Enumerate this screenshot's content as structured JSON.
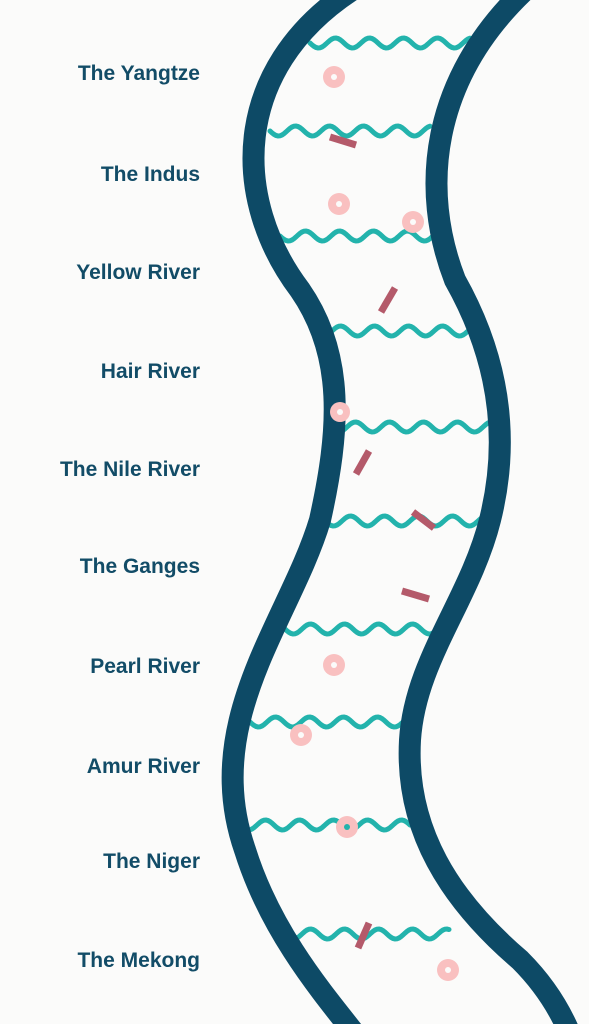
{
  "colors": {
    "background": "#fbfbfa",
    "bank": "#0d4a66",
    "wave": "#23b3ac",
    "ring": "#f9c0c0",
    "dash": "#b45a6a",
    "label": "#124c67"
  },
  "rivers": [
    {
      "label": "The Yangtze"
    },
    {
      "label": "The Indus"
    },
    {
      "label": "Yellow River"
    },
    {
      "label": "Hair River"
    },
    {
      "label": "The Nile River"
    },
    {
      "label": "The Ganges"
    },
    {
      "label": "Pearl River"
    },
    {
      "label": "Amur River"
    },
    {
      "label": "The Niger"
    },
    {
      "label": "The Mekong"
    }
  ]
}
